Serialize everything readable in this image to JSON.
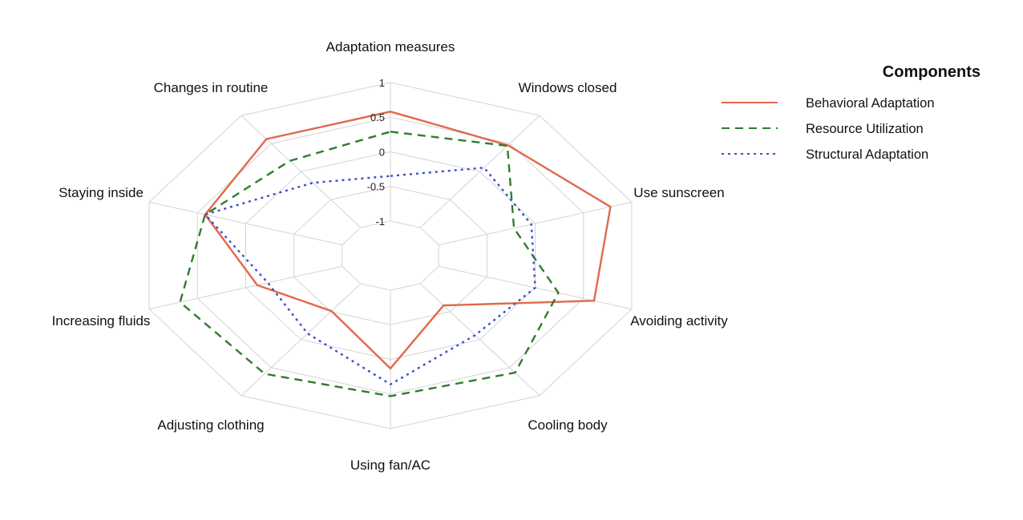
{
  "chart_data": {
    "type": "radar",
    "axes": [
      "Adaptation measures",
      "Windows closed",
      "Use sunscreen",
      "Avoiding activity",
      "Cooling body",
      "Using fan/AC",
      "Adjusting clothing",
      "Increasing fluids",
      "Staying inside",
      "Changes in routine"
    ],
    "rlim": [
      -1.5,
      1
    ],
    "ticks": [
      -1,
      -0.5,
      0,
      0.5,
      1
    ],
    "tick_labels": [
      "-1",
      "-0.5",
      "0",
      "0.5",
      "1"
    ],
    "grid": true,
    "legend": {
      "title": "Components",
      "placement": "top-right"
    },
    "series": [
      {
        "name": "Behavioral Adaptation",
        "color": "#e0694b",
        "dash": "solid",
        "values": [
          0.58,
          0.47,
          0.78,
          0.61,
          -0.61,
          0.13,
          -0.51,
          -0.12,
          0.42,
          0.58
        ]
      },
      {
        "name": "Resource Utilization",
        "color": "#2f7d2f",
        "dash": "dashed",
        "values": [
          0.29,
          0.46,
          -0.22,
          0.24,
          0.59,
          0.53,
          0.61,
          0.68,
          0.42,
          0.19
        ]
      },
      {
        "name": "Structural Adaptation",
        "color": "#3a4fc4",
        "dash": "dotted",
        "values": [
          -0.35,
          0.07,
          -0.04,
          0.0,
          -0.08,
          0.36,
          -0.11,
          -0.23,
          0.42,
          -0.2
        ]
      }
    ]
  }
}
